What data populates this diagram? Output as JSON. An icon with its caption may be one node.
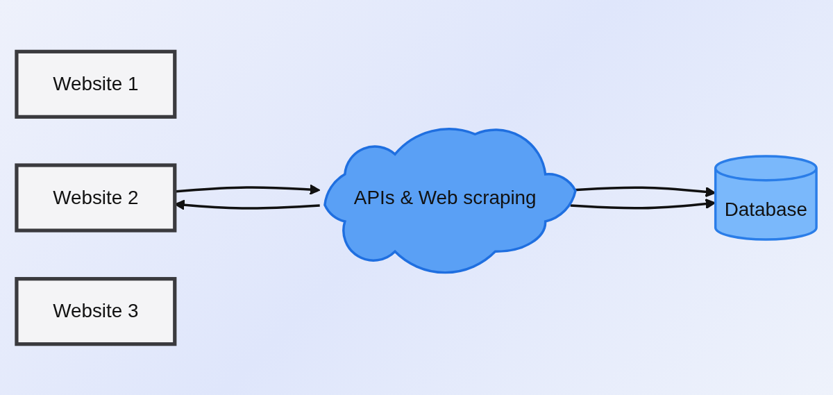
{
  "diagram": {
    "nodes": [
      {
        "text": [
          "Website 1"
        ]
      },
      {
        "text": [
          "Website 2"
        ]
      },
      {
        "text": [
          "Website 3"
        ]
      },
      {
        "text": [
          "APIs & Web scraping"
        ]
      },
      {
        "text": [
          "Database"
        ]
      }
    ],
    "edges": [
      {
        "from": 1,
        "to": 3,
        "arrow": "to"
      },
      {
        "from": 3,
        "to": 1,
        "arrow": "to"
      },
      {
        "from": 3,
        "to": 4,
        "arrow": "to"
      },
      {
        "from": 3,
        "to": 4,
        "arrow": "to"
      }
    ]
  }
}
